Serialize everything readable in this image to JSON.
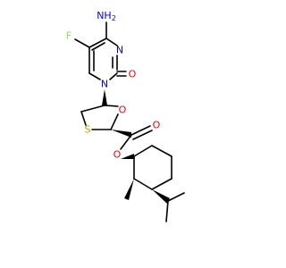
{
  "molecule": {
    "atoms": {
      "amino": "NH",
      "amino_sub": "2",
      "fluorine": "F",
      "ring_n3": "N",
      "ring_n1": "N",
      "carbonyl_o_ring": "O",
      "ring_o_oxathiolane": "O",
      "ring_s": "S",
      "ester_carbonyl_o": "O",
      "ester_o": "O"
    },
    "colors": {
      "nitrogen": "#0000ff",
      "oxygen": "#ff0000",
      "fluorine": "#90e050",
      "sulfur": "#c8a000",
      "bond": "#000000"
    }
  }
}
